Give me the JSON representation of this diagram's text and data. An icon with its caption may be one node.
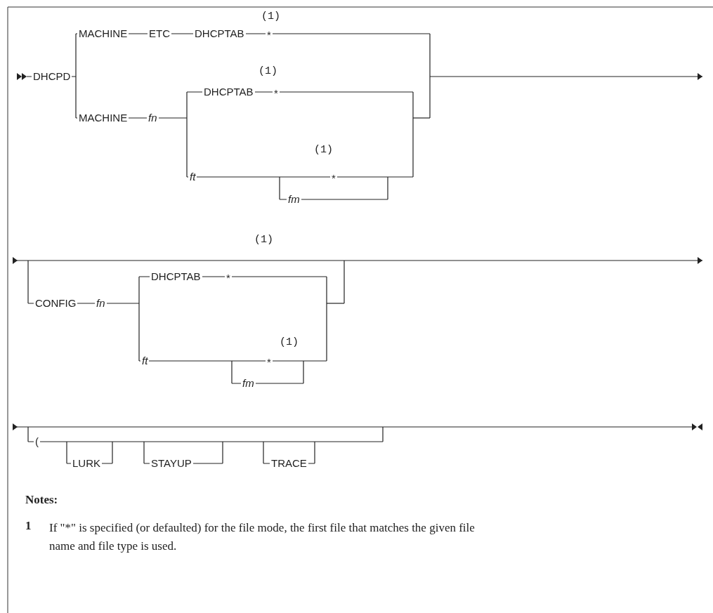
{
  "diagram": {
    "labels": [
      "DHCPD",
      "(1)",
      "MACHINE",
      "ETC",
      "DHCPTAB",
      "*",
      "MACHINE",
      "fn",
      "(1)",
      "DHCPTAB",
      "*",
      "(1)",
      "ft",
      "*",
      "fm",
      "(1)",
      "CONFIG",
      "fn",
      "DHCPTAB",
      "*",
      "(1)",
      "ft",
      "*",
      "fm",
      "(",
      "LURK",
      "STAYUP",
      "TRACE",
      "Notes:",
      "1",
      "If \"*\" is specified (or defaulted) for the file mode, the first file that matches the given file name and file type is used."
    ]
  }
}
